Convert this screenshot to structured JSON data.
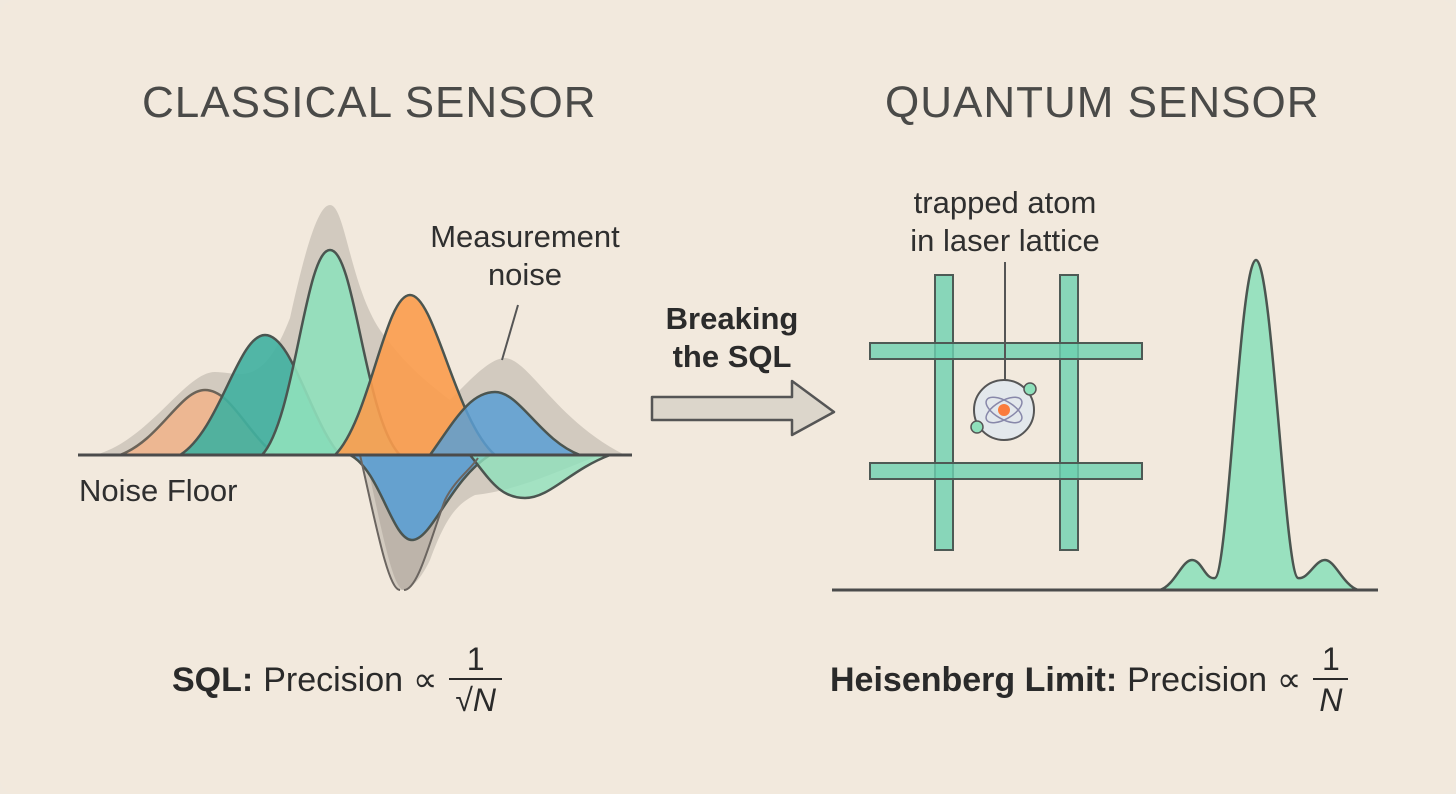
{
  "left_panel": {
    "title": "CLASSICAL SENSOR",
    "noise_label": "Measurement\nnoise",
    "floor_label": "Noise Floor",
    "formula_prefix": "SQL:",
    "formula_text": "Precision",
    "proportional_symbol": "∝",
    "numerator": "1",
    "denominator": "√N"
  },
  "right_panel": {
    "title": "QUANTUM SENSOR",
    "atom_label": "trapped atom\nin laser lattice",
    "formula_prefix": "Heisenberg Limit:",
    "formula_text": "Precision",
    "proportional_symbol": "∝",
    "numerator": "1",
    "denominator": "N"
  },
  "arrow": {
    "label": "Breaking\nthe SQL"
  },
  "colors": {
    "background": "#f2e9dd",
    "mint": "#8fe0bb",
    "teal": "#3fb0a0",
    "orange": "#fb9c4c",
    "blue": "#5b9fd3",
    "peach": "#f2b48a",
    "grey_noise": "#b8b0a6",
    "outline": "#555555"
  }
}
